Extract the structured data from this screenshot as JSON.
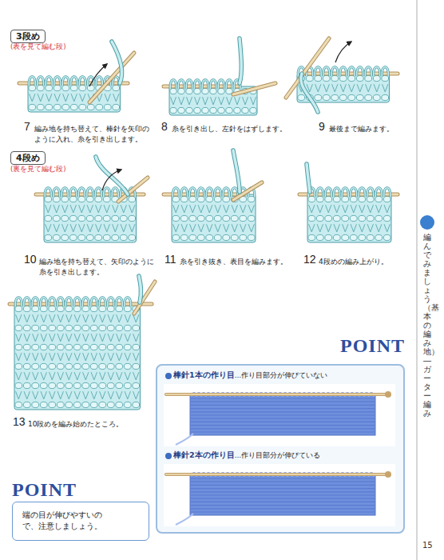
{
  "diagram": {
    "nodes": [
      {
        "text": [
          "3段め"
        ]
      },
      {
        "text": [
          "4段め"
        ]
      },
      {
        "text": [
          "POINT",
          "棒針1本の作り目",
          "…作り目部分が伸びていない",
          "棒針2本の作り目",
          "…作り目部分が伸びている"
        ]
      },
      {
        "text": [
          "POINT",
          "端の目が伸びやすいので、注意しましょう。"
        ]
      }
    ],
    "labels": [
      "(表を見て編む段)",
      "7",
      "編み地を持ち替えて、棒針を矢印のように入れ、糸を引き出します。",
      "8",
      "糸を引き出し、左針をはずします。",
      "9",
      "最後まで編みます。",
      "(裏を見て編む段)",
      "10",
      "編み地を持ち替えて、矢印のように糸を引き出します。",
      "11",
      "糸を引き抜き、表目を編みます。",
      "12",
      "4段めの編み上がり。",
      "13",
      "10段めを編み始めたところ。",
      "編んでみましょう（基本の編み地）―ガーター編み",
      "15"
    ]
  }
}
